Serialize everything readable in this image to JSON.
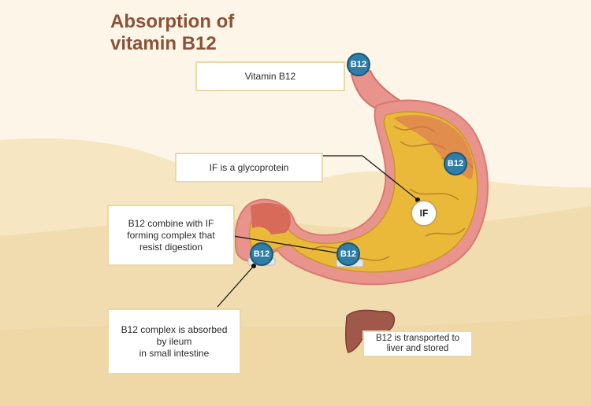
{
  "title": {
    "line1": "Absorption of",
    "line2": "vitamin B12"
  },
  "labels": {
    "vitamin": "Vitamin B12",
    "glycoprotein": "IF is a glycoprotein",
    "combine": "B12 combine with IF\nforming complex that\nresist digestion",
    "absorbed": "B12 complex is absorbed\nby ileum\nin small intestine",
    "liver": "B12 is transported to\nliver and stored"
  },
  "badges": {
    "b12": "B12",
    "if": "IF"
  },
  "colors": {
    "title": "#8a5238",
    "badge_blue": "#2f7ea8",
    "stomach_wall": "#e8948c",
    "stomach_inner": "#eab93a",
    "liver": "#a0584a"
  }
}
